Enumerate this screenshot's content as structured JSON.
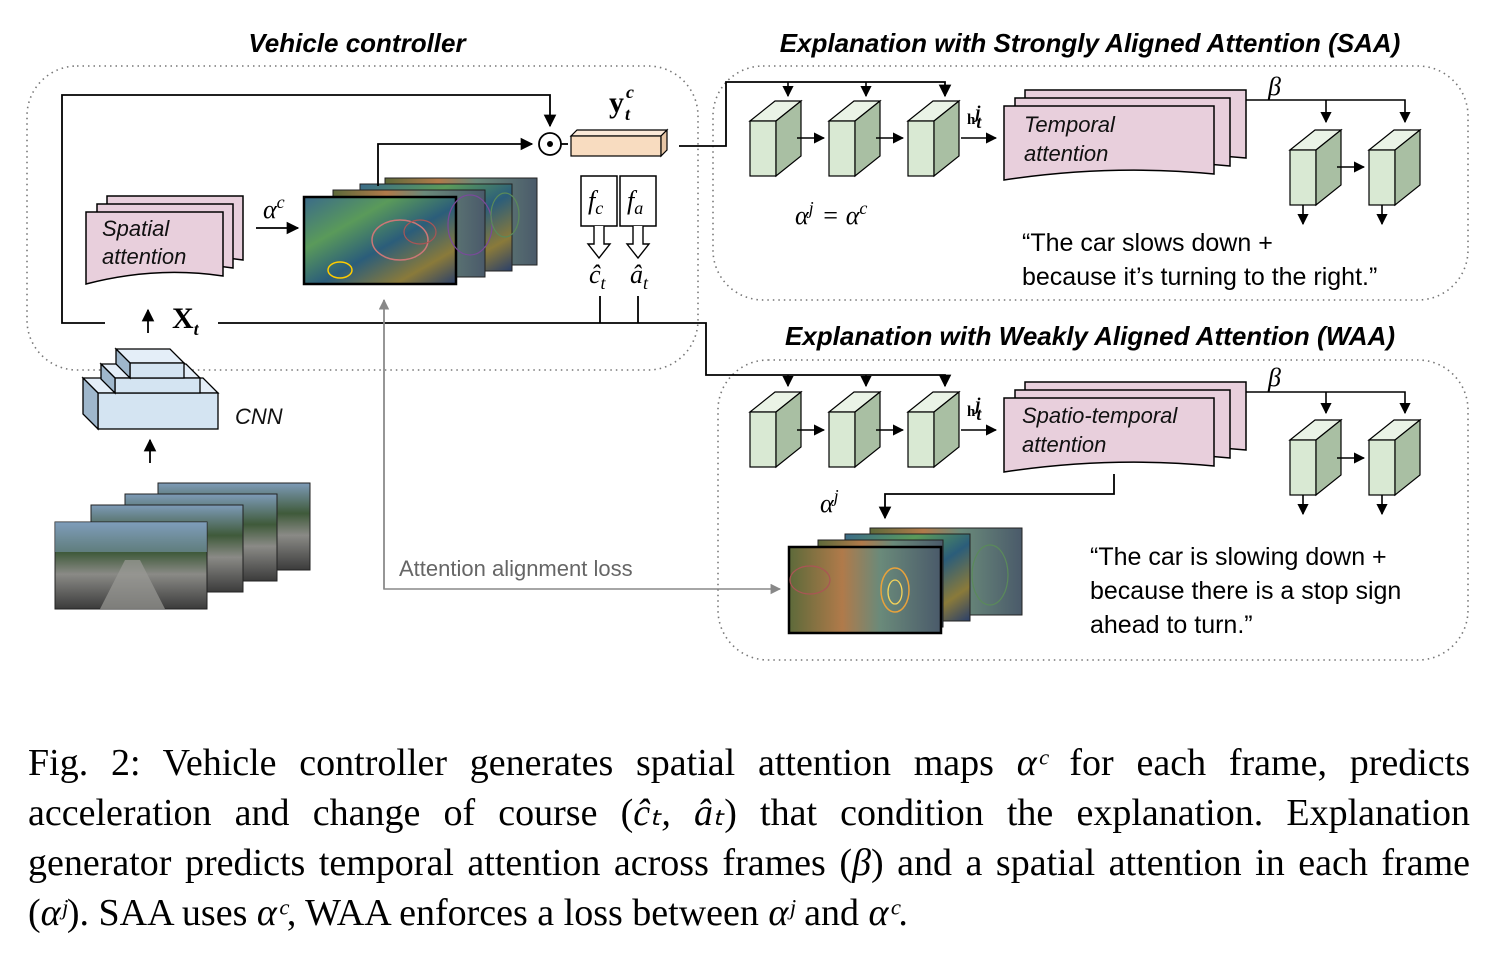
{
  "sections": {
    "vehicle_controller": "Vehicle controller",
    "saa": "Explanation with Strongly Aligned Attention (SAA)",
    "waa": "Explanation with Weakly Aligned Attention (WAA)"
  },
  "boxes": {
    "spatial_attention": [
      "Spatial",
      "attention"
    ],
    "temporal_attention": [
      "Temporal",
      "attention"
    ],
    "spatiotemporal_attention": [
      "Spatio-temporal",
      "attention"
    ],
    "cnn": "CNN"
  },
  "math": {
    "alpha_c": "α",
    "alpha_c_sup": "c",
    "y": "y",
    "y_sup": "c",
    "y_sub": "t",
    "x": "X",
    "x_sub": "t",
    "fc": "f",
    "fc_sub": "c",
    "fa": "f",
    "fa_sub": "a",
    "c_hat": "ĉ",
    "a_hat": "â",
    "hat_sub": "t",
    "h": "h",
    "h_sup": "j",
    "h_sub": "t",
    "beta": "β",
    "alpha_j": "α",
    "alpha_j_sup": "j",
    "alpha_eq": "= α",
    "odot": "⊙"
  },
  "quotes": {
    "saa": [
      "“The car slows down +",
      "because it’s turning to the right.”"
    ],
    "waa": [
      "“The car is slowing down +",
      "because there is a stop sign",
      "ahead to turn.”"
    ]
  },
  "loss_label": "Attention alignment loss",
  "caption": {
    "p1": "Fig. 2: Vehicle controller generates spatial attention maps ",
    "p2": " for each frame, predicts acceleration and change of course (",
    "p3": ") that condition the explanation. Explanation generator predicts temporal attention across frames (",
    "p4": ") and a spatial attention in each frame (",
    "p5": "). SAA uses ",
    "p6": ", WAA enforces a loss between ",
    "p7": " and ",
    "p8": ".",
    "m_ac": "αᶜ",
    "m_ct_at": "ĉₜ, âₜ",
    "m_beta": "β",
    "m_aj": "αʲ"
  },
  "colors": {
    "spatial_fill": "#e8cfdc",
    "temporal_fill": "#e8cfdc",
    "cube_front": "#d9e9d3",
    "cube_side": "#a9bfa3",
    "cube_top": "#eaf3e6",
    "cnn_front": "#d4e4f2",
    "cnn_side": "#9fb7cc",
    "cnn_top": "#e4eef8",
    "yt_fill": "#f8dcc0",
    "gray_line": "#888888"
  }
}
